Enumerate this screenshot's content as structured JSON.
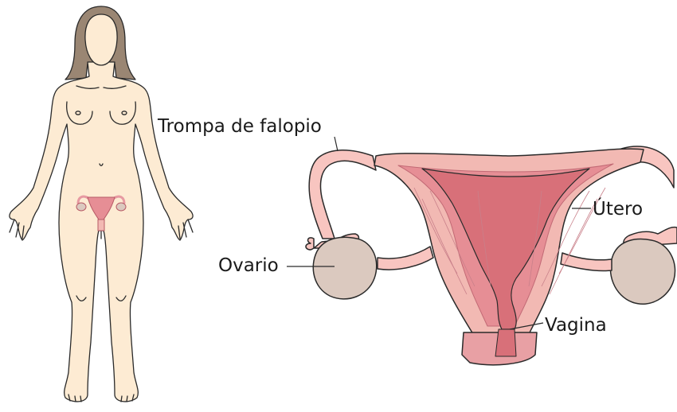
{
  "labels": {
    "fallopian_tube": "Trompa de falopio",
    "uterus": "Útero",
    "ovary": "Ovario",
    "vagina": "Vagina"
  },
  "colors": {
    "skin": "#fdebd3",
    "hair": "#9a8673",
    "outline": "#2a2a2a",
    "tissue": "#f2b9b3",
    "uterus_inner": "#e68e95",
    "uterus_dark": "#d87079",
    "ovary": "#dbc9bf",
    "background": "#ffffff"
  }
}
